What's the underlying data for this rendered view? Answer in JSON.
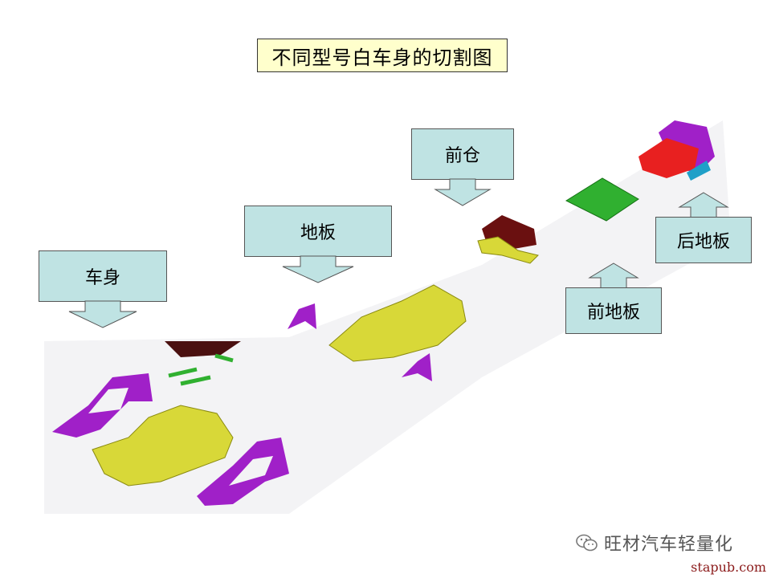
{
  "title": "不同型号白车身的切割图",
  "labels": {
    "body": "车身",
    "floor": "地板",
    "front_cabin": "前仓",
    "front_floor": "前地板",
    "rear_floor": "后地板"
  },
  "colors": {
    "yellow_part": "#d8d838",
    "purple_part": "#a020c8",
    "green_part": "#30b030",
    "red_part": "#e82020",
    "dark_red_part": "#6a1010",
    "callout_fill": "#bfe3e3",
    "title_fill": "#ffffcc"
  },
  "watermark": {
    "text": "旺材汽车轻量化",
    "site": "stapub.com"
  }
}
